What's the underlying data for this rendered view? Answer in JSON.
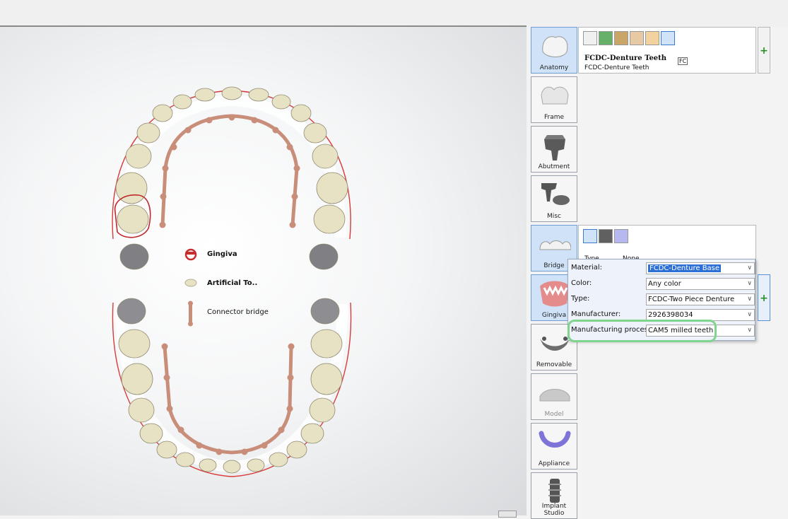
{
  "legend": {
    "items": [
      {
        "label": "Gingiva",
        "icon": "gingiva-icon"
      },
      {
        "label": "Artificial To..",
        "icon": "artificial-tooth-icon"
      },
      {
        "label": "Connector bridge",
        "icon": "connector-bridge-icon"
      }
    ]
  },
  "categories": [
    {
      "label": "Anatomy",
      "icon": "anatomy-crown-icon"
    },
    {
      "label": "Frame",
      "icon": "frame-icon"
    },
    {
      "label": "Abutment",
      "icon": "abutment-icon"
    },
    {
      "label": "Misc",
      "icon": "misc-icon"
    },
    {
      "label": "Bridge",
      "icon": "bridge-icon"
    },
    {
      "label": "Gingiva",
      "icon": "gingiva-icon"
    },
    {
      "label": "Removable",
      "icon": "removable-icon"
    },
    {
      "label": "Model",
      "icon": "model-icon"
    },
    {
      "label": "Appliance",
      "icon": "appliance-icon"
    },
    {
      "label": "Implant Studio",
      "icon": "implant-icon"
    }
  ],
  "anatomy_panel": {
    "title": "FCDC-Denture Teeth",
    "badge": "FC",
    "subtitle": "FCDC-Denture Teeth",
    "add_label": "+"
  },
  "bridge_panel": {
    "type_label": "Type",
    "type_value": "None"
  },
  "gingiva_popup": {
    "material_label": "Material:",
    "material_value": "FCDC-Denture Base",
    "color_label": "Color:",
    "color_value": "Any color",
    "type_label": "Type:",
    "type_value": "FCDC-Two Piece Denture",
    "manufacturer_label": "Manufacturer:",
    "manufacturer_value": "2926398034",
    "process_label": "Manufacturing process:",
    "process_value": "CAM5 milled teeth",
    "add_label": "+"
  },
  "colors": {
    "accent": "#2c6fd6",
    "highlight_ring": "#7fd58d",
    "gingiva_outline": "#d93a3a",
    "connector": "#c98e7a",
    "tooth": "#e8e2c4"
  }
}
